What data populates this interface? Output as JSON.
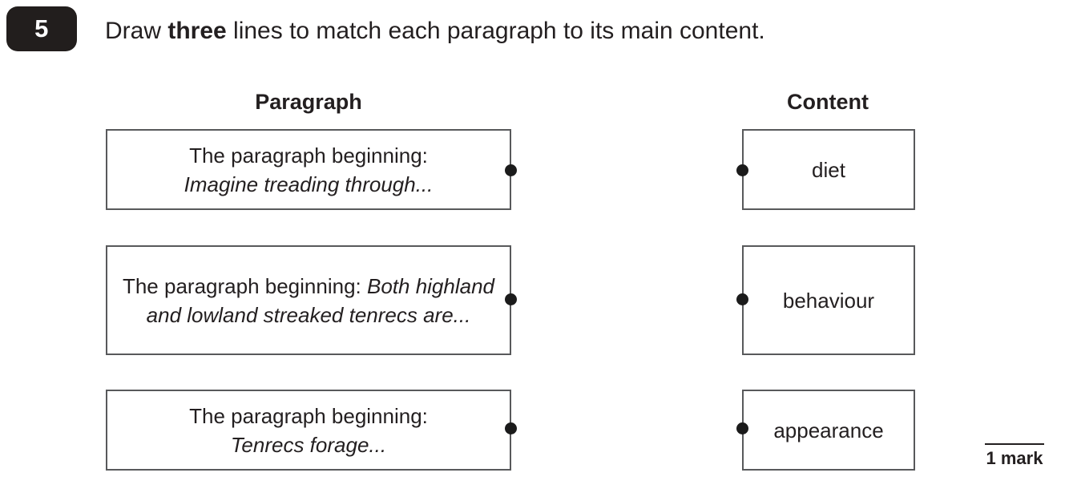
{
  "question": {
    "number": "5",
    "instruction_prefix": "Draw ",
    "instruction_emphasis": "three",
    "instruction_suffix": " lines to match each paragraph to its main content.",
    "marks_label": "1 mark"
  },
  "columns": {
    "left_header": "Paragraph",
    "right_header": "Content"
  },
  "paragraphs": [
    {
      "lead": "The paragraph beginning:",
      "quote": "Imagine treading through...",
      "inline": false
    },
    {
      "lead": "The paragraph beginning:",
      "quote": "Both highland and lowland streaked tenrecs are...",
      "inline": true
    },
    {
      "lead": "The paragraph beginning:",
      "quote": "Tenrecs forage...",
      "inline": false
    }
  ],
  "contents": [
    {
      "label": "diet"
    },
    {
      "label": "behaviour"
    },
    {
      "label": "appearance"
    }
  ],
  "colors": {
    "badge_background": "#221e1d",
    "badge_text": "#ffffff",
    "box_border": "#58595b",
    "dot": "#1b1b1b",
    "text": "#231f20",
    "page_background": "#ffffff"
  }
}
